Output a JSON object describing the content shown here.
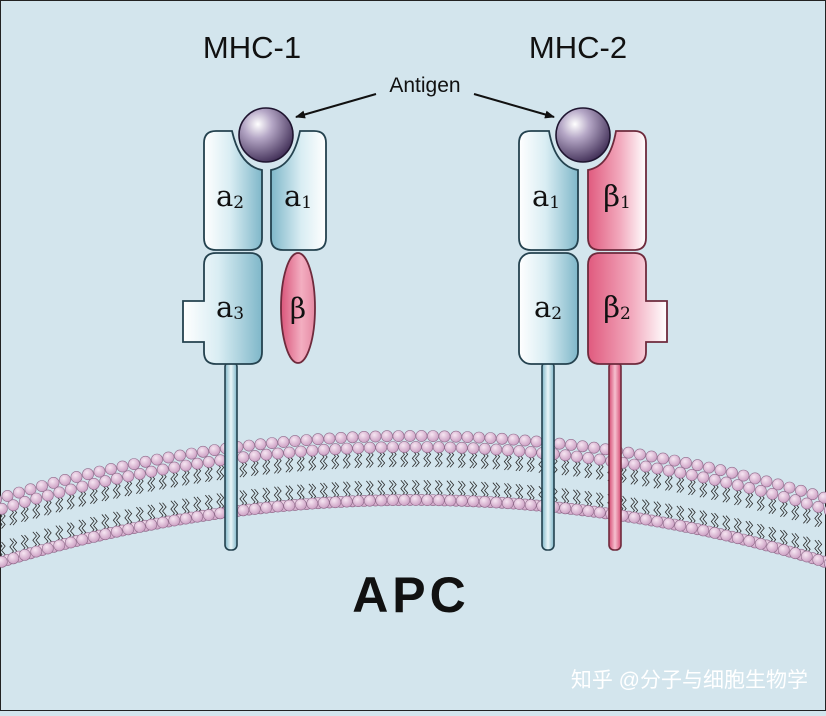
{
  "labels": {
    "mhc1_title": "MHC-1",
    "mhc2_title": "MHC-2",
    "antigen": "Antigen",
    "cell": "APC",
    "watermark": "知乎 @分子与细胞生物学"
  },
  "mhc1": {
    "a2": {
      "base": "a",
      "sub": "2"
    },
    "a1": {
      "base": "a",
      "sub": "1"
    },
    "a3": {
      "base": "a",
      "sub": "3"
    },
    "beta": {
      "base": "β",
      "sub": ""
    }
  },
  "mhc2": {
    "a1": {
      "base": "a",
      "sub": "1"
    },
    "b1": {
      "base": "β",
      "sub": "1"
    },
    "a2": {
      "base": "a",
      "sub": "2"
    },
    "b2": {
      "base": "β",
      "sub": "2"
    }
  },
  "colors": {
    "background": "#d3e5ed",
    "alpha_chain": "#8fc0d0",
    "beta_chain": "#e4728f",
    "antigen": "#5e4b73",
    "lipid_head": "#dcb8d4"
  }
}
